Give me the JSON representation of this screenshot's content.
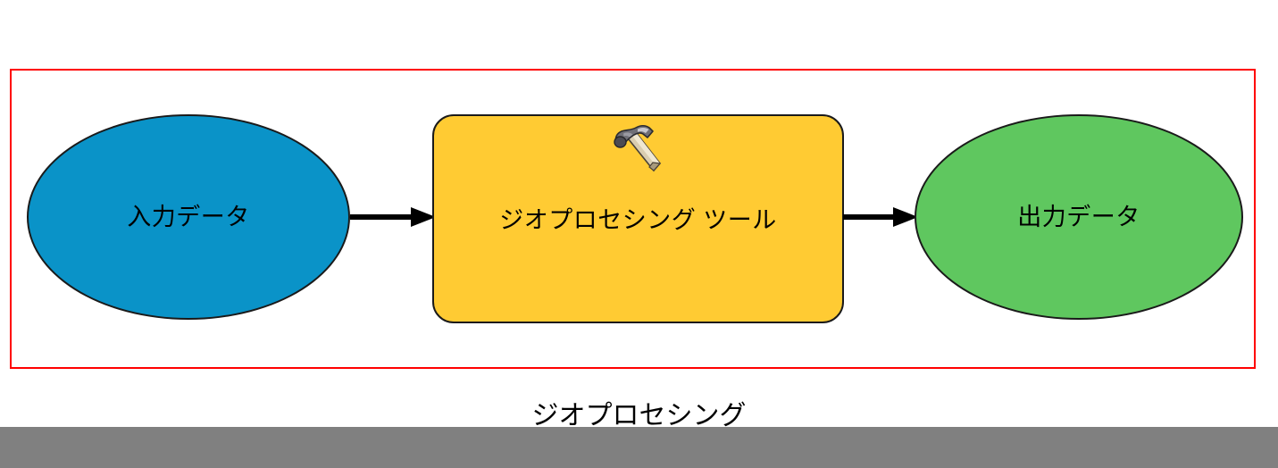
{
  "diagram": {
    "type": "flow",
    "caption": "ジオプロセシング",
    "frame_color": "#ff0000",
    "background_color": "#ffffff",
    "nodes": [
      {
        "id": "input",
        "label": "入力データ",
        "shape": "ellipse",
        "fill": "#0a93c8",
        "stroke": "#1a1a1a"
      },
      {
        "id": "tool",
        "label": "ジオプロセシング ツール",
        "shape": "rounded-rectangle",
        "fill": "#ffcb33",
        "stroke": "#1a1a1a",
        "icon": "hammer-icon"
      },
      {
        "id": "output",
        "label": "出力データ",
        "shape": "ellipse",
        "fill": "#5fc75f",
        "stroke": "#1a1a1a"
      }
    ],
    "connectors": [
      {
        "id": "input-to-tool",
        "from": "input",
        "to": "tool",
        "style": "solid-arrow",
        "color": "#000000"
      },
      {
        "id": "tool-to-output",
        "from": "tool",
        "to": "output",
        "style": "solid-arrow",
        "color": "#000000"
      }
    ]
  },
  "bottom_bar": {
    "color": "#808080"
  }
}
